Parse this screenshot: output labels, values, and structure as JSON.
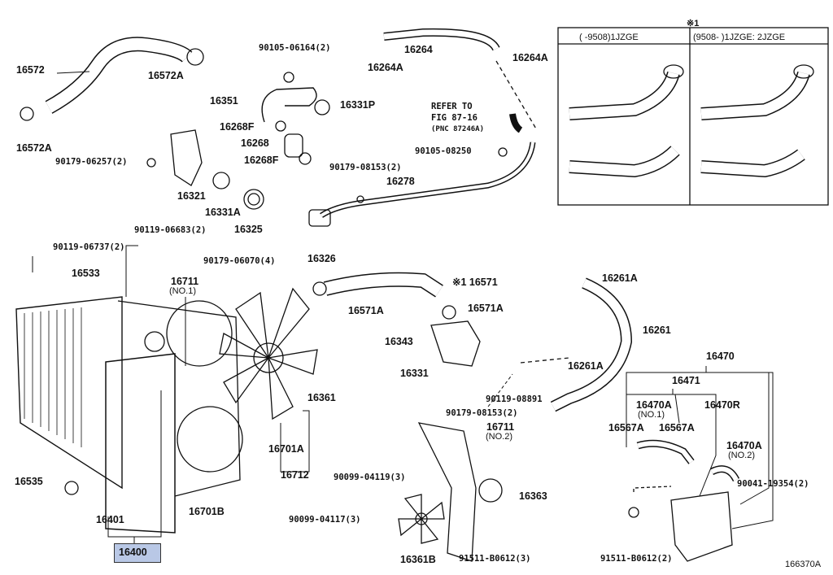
{
  "labels": [
    "16572",
    "16572A",
    "16572A",
    "90105-06164(2)",
    "16351",
    "16331P",
    "16268F",
    "16268",
    "16268F",
    "90179-06257(2)",
    "16321",
    "16331A",
    "16325",
    "16264",
    "16264A",
    "16264A",
    "REFER TO",
    "FIG 87-16",
    "(PNC 87246A)",
    "90105-08250",
    "90179-08153(2)",
    "16278",
    "16326",
    "90119-06683(2)",
    "90119-06737(2)",
    "16533",
    "90179-06070(4)",
    "16711",
    "(NO.1)",
    "※1 16571",
    "16571A",
    "16571A",
    "16261A",
    "16261",
    "16343",
    "16331",
    "16261A",
    "90119-08891",
    "90179-08153(2)",
    "16361",
    "16701A",
    "16712",
    "16711",
    "(NO.2)",
    "90099-04119(3)",
    "16363",
    "16535",
    "16401",
    "16701B",
    "90099-04117(3)",
    "16400",
    "16361B",
    "91511-B0612(3)",
    "91511-B0612(2)",
    "16470",
    "16471",
    "16470A",
    "(NO.1)",
    "16470R",
    "16567A",
    "16567A",
    "16470A",
    "(NO.2)",
    "90041-19354(2)",
    "166370A"
  ],
  "inset": {
    "mark": "※1",
    "col1": "(       -9508)1JZGE",
    "col2": "(9508-        )1JZGE: 2JZGE"
  },
  "highlight_color": "#b9c8e6"
}
